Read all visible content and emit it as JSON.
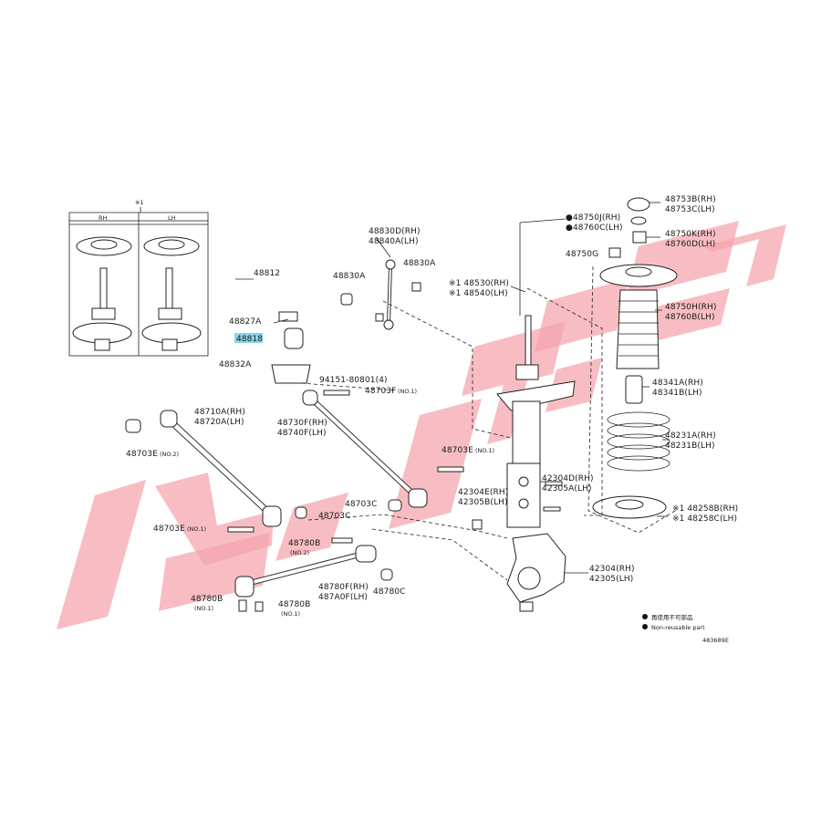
{
  "watermark_color": "#f4a3aa",
  "inset": {
    "marker": "※1",
    "col_left": "RH",
    "col_right": "LH"
  },
  "labels": {
    "p48812": "48812",
    "p48827A": "48827A",
    "p48818": "48818",
    "p48832A": "48832A",
    "p48830D": "48830D(RH)",
    "p48840A": "48840A(LH)",
    "p48830A_1": "48830A",
    "p48830A_2": "48830A",
    "p94151": "94151-80801(4)",
    "p48703F": "48703F",
    "p48703F_no": "(NO.1)",
    "p48710A": "48710A(RH)",
    "p48720A": "48720A(LH)",
    "p48703E_1": "48703E",
    "p48703E_1_no": "(NO.2)",
    "p48730F": "48730F(RH)",
    "p48740F": "48740F(LH)",
    "p48703E_2": "48703E",
    "p48703E_2_no": "(NO.1)",
    "p48703C_1": "48703C",
    "p48703C_2": "48703C",
    "p48703E_3": "48703E",
    "p48703E_3_no": "(NO.1)",
    "p48780B_1": "48780B",
    "p48780B_1_no": "(NO.2)",
    "p48780F": "48780F(RH)",
    "p487A0F": "487A0F(LH)",
    "p48780C": "48780C",
    "p48780B_2": "48780B",
    "p48780B_2_no": "(NO.1)",
    "p48780B_3": "48780B",
    "p48780B_3_no": "(NO.1)",
    "p48530": "※1 48530(RH)",
    "p48540": "※1 48540(LH)",
    "p48750J": "●48750J(RH)",
    "p48760C": "●48760C(LH)",
    "p48750G": "48750G",
    "p48753B": "48753B(RH)",
    "p48753C": "48753C(LH)",
    "p48750K": "48750K(RH)",
    "p48760D": "48760D(LH)",
    "p48750H": "48750H(RH)",
    "p48760B": "48760B(LH)",
    "p48341A": "48341A(RH)",
    "p48341B": "48341B(LH)",
    "p48231A": "48231A(RH)",
    "p48231B": "48231B(LH)",
    "p48258B": "※1 48258B(RH)",
    "p48258C": "※1 48258C(LH)",
    "p42304D": "42304D(RH)",
    "p42305A": "42305A(LH)",
    "p42304E": "42304E(RH)",
    "p42305B": "42305B(LH)",
    "p42304": "42304(RH)",
    "p42305": "42305(LH)"
  },
  "legend": {
    "jp": "再使用不可部品",
    "en": "Non-reusable part"
  },
  "figure_id": "483689E"
}
